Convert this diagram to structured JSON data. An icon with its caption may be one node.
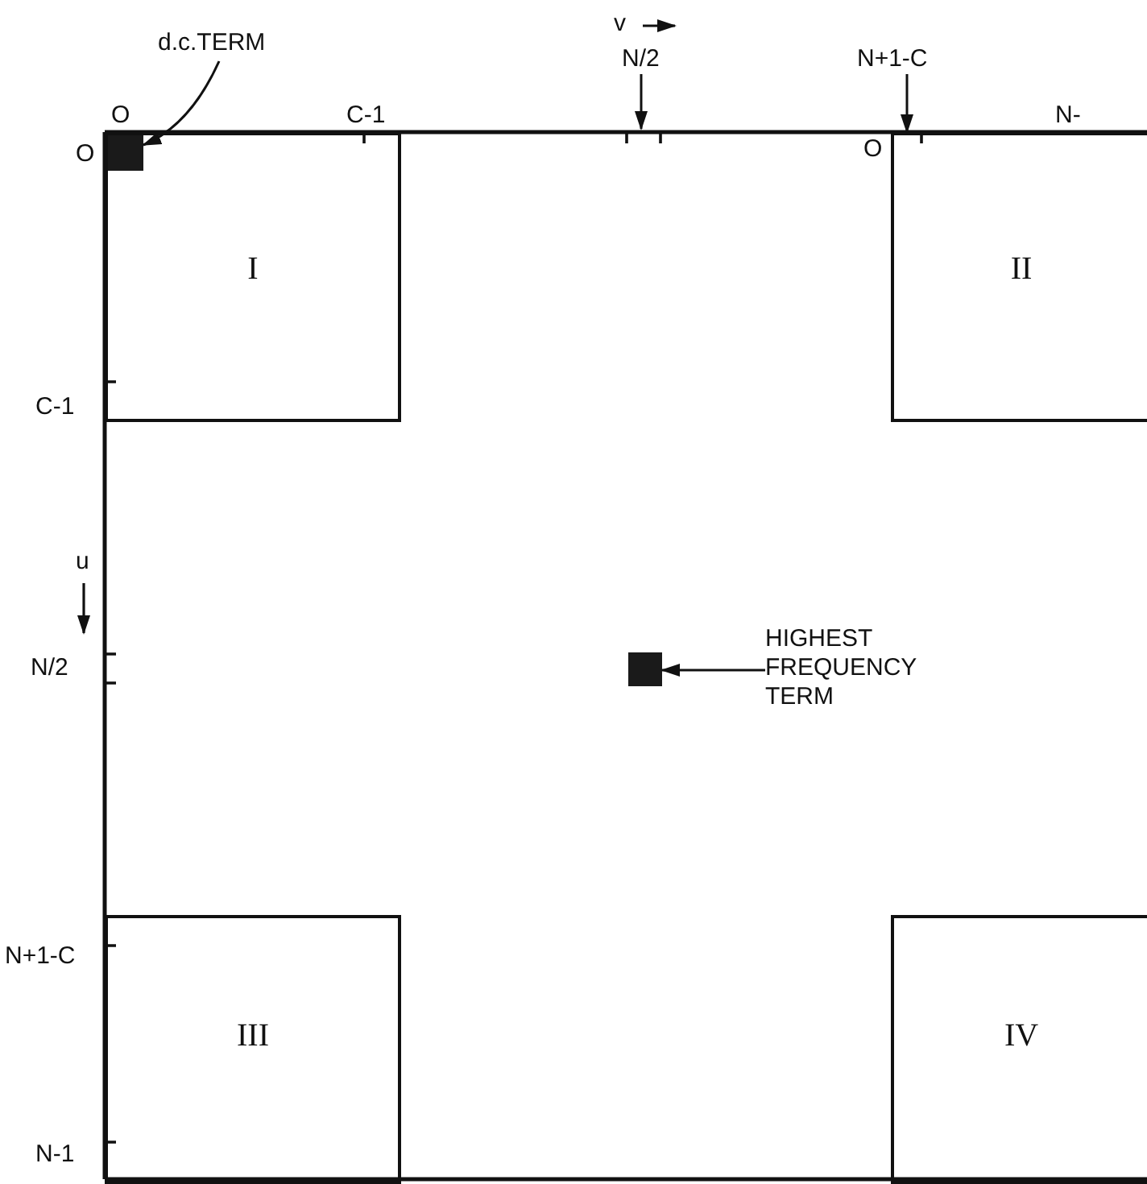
{
  "diagram": {
    "nodes": [
      {
        "text": [
          "d.c.TERM"
        ]
      },
      {
        "text": [
          "N/2"
        ]
      },
      {
        "text": [
          "N+1-C"
        ]
      },
      {
        "text": [
          "I"
        ]
      },
      {
        "text": [],
        "shape": "box",
        "in": 3
      },
      {
        "text": [
          "II"
        ]
      },
      {
        "text": [],
        "shape": "box"
      },
      {
        "text": [
          "HIGHEST FREQUENCY TERM"
        ]
      },
      {
        "text": [
          "III"
        ]
      },
      {
        "text": [
          "IV"
        ]
      }
    ],
    "edges": [
      {
        "from": 0,
        "to": 4,
        "arrow": "to"
      },
      {
        "from": 1,
        "to": null,
        "arrow": "to"
      },
      {
        "from": 2,
        "to": 5,
        "arrow": "to"
      },
      {
        "from": 7,
        "to": 6,
        "arrow": "to"
      }
    ],
    "labels": [
      "v",
      "O",
      "C-1",
      "N-",
      "O",
      "O",
      "C-1",
      "u",
      "N/2",
      "N+1-C",
      "N-1"
    ]
  }
}
